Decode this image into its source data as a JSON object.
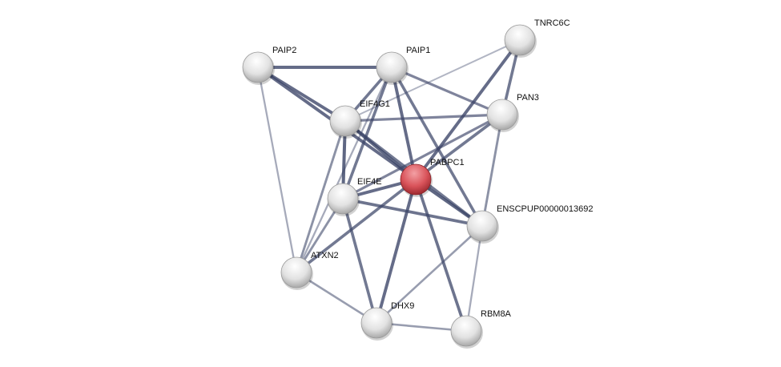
{
  "network": {
    "query_color": "#d9535a",
    "node_color": "#e6e6e6",
    "edge_color": "#3c4568",
    "nodes": [
      {
        "id": "PAIP2",
        "label": "PAIP2"
      },
      {
        "id": "PAIP1",
        "label": "PAIP1"
      },
      {
        "id": "TNRC6C",
        "label": "TNRC6C"
      },
      {
        "id": "PAN3",
        "label": "PAN3"
      },
      {
        "id": "EIF4G1",
        "label": "EIF4G1"
      },
      {
        "id": "PABPC1",
        "label": "PABPC1",
        "query": true
      },
      {
        "id": "EIF4E",
        "label": "EIF4E"
      },
      {
        "id": "ENSCPUP00000013692",
        "label": "ENSCPUP00000013692"
      },
      {
        "id": "ATXN2",
        "label": "ATXN2"
      },
      {
        "id": "DHX9",
        "label": "DHX9"
      },
      {
        "id": "RBM8A",
        "label": "RBM8A"
      }
    ],
    "edges": [
      [
        "PAIP2",
        "PAIP1",
        0.9
      ],
      [
        "PAIP2",
        "EIF4G1",
        0.9
      ],
      [
        "PAIP2",
        "PABPC1",
        0.9
      ],
      [
        "PAIP2",
        "ATXN2",
        0.4
      ],
      [
        "PAIP1",
        "EIF4G1",
        0.8
      ],
      [
        "PAIP1",
        "EIF4E",
        0.8
      ],
      [
        "PAIP1",
        "PABPC1",
        0.9
      ],
      [
        "PAIP1",
        "ENSCPUP00000013692",
        0.8
      ],
      [
        "PAIP1",
        "PAN3",
        0.7
      ],
      [
        "PAIP1",
        "ATXN2",
        0.4
      ],
      [
        "TNRC6C",
        "EIF4G1",
        0.3
      ],
      [
        "TNRC6C",
        "PABPC1",
        0.9
      ],
      [
        "TNRC6C",
        "PAN3",
        0.8
      ],
      [
        "PAN3",
        "EIF4G1",
        0.7
      ],
      [
        "PAN3",
        "PABPC1",
        0.8
      ],
      [
        "PAN3",
        "EIF4E",
        0.7
      ],
      [
        "PAN3",
        "ENSCPUP00000013692",
        0.6
      ],
      [
        "EIF4G1",
        "PABPC1",
        0.95
      ],
      [
        "EIF4G1",
        "EIF4E",
        0.95
      ],
      [
        "EIF4G1",
        "ENSCPUP00000013692",
        0.8
      ],
      [
        "EIF4G1",
        "ATXN2",
        0.6
      ],
      [
        "PABPC1",
        "EIF4E",
        0.9
      ],
      [
        "PABPC1",
        "ENSCPUP00000013692",
        0.95
      ],
      [
        "PABPC1",
        "ATXN2",
        0.8
      ],
      [
        "PABPC1",
        "DHX9",
        0.9
      ],
      [
        "PABPC1",
        "RBM8A",
        0.85
      ],
      [
        "EIF4E",
        "ENSCPUP00000013692",
        0.85
      ],
      [
        "EIF4E",
        "DHX9",
        0.8
      ],
      [
        "EIF4E",
        "ATXN2",
        0.6
      ],
      [
        "ENSCPUP00000013692",
        "DHX9",
        0.5
      ],
      [
        "ENSCPUP00000013692",
        "RBM8A",
        0.4
      ],
      [
        "ATXN2",
        "DHX9",
        0.5
      ],
      [
        "DHX9",
        "RBM8A",
        0.5
      ]
    ]
  }
}
